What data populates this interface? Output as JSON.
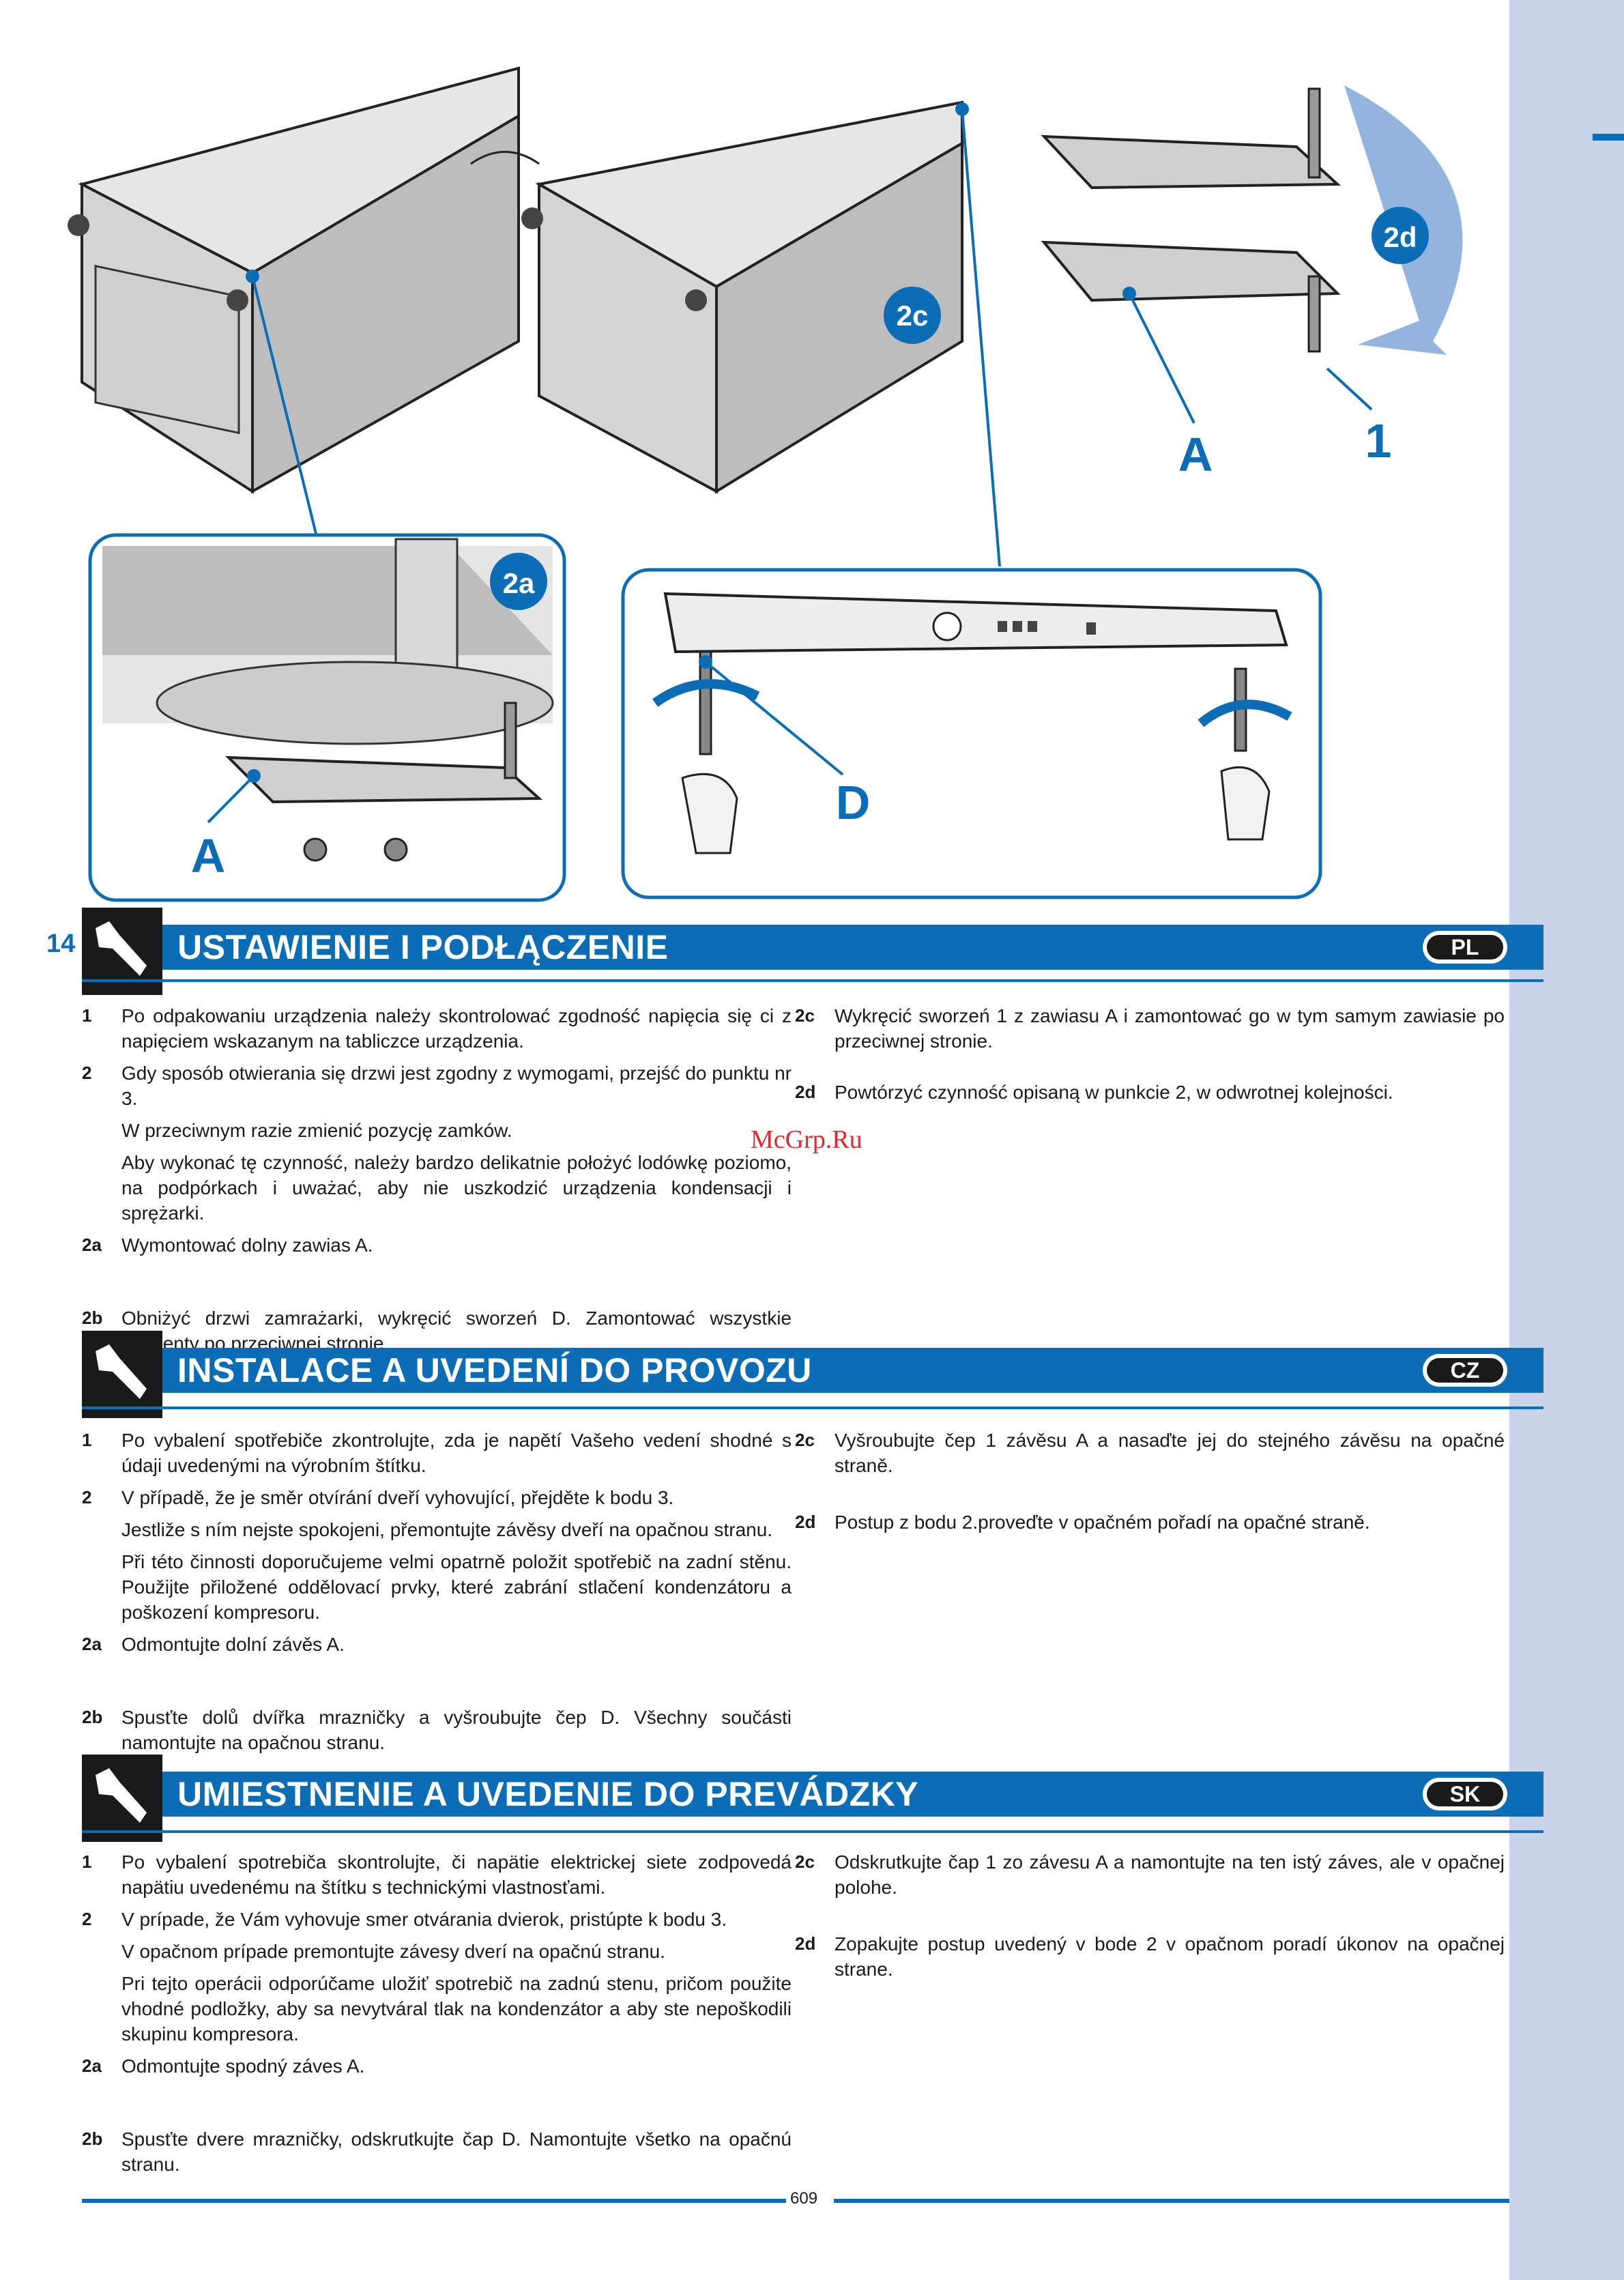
{
  "page_number": "14",
  "footer_number": "609",
  "watermark": "McGrp.Ru",
  "illustrations": {
    "callout_2a": "2a",
    "callout_2c": "2c",
    "callout_2d": "2d",
    "label_A_hinge": "A",
    "label_1_pin": "1",
    "label_A_detail": "A",
    "label_D_detail": "D"
  },
  "sections": [
    {
      "title": "USTAWIENIE I PODŁĄCZENIE",
      "lang": "PL",
      "left": [
        {
          "num": "1",
          "paras": [
            "Po odpakowaniu urządzenia należy skontrolować zgodność napięcia się ci z napięciem wskazanym na tabliczce urządzenia."
          ]
        },
        {
          "num": "2",
          "paras": [
            "Gdy sposób otwierania się drzwi jest zgodny z wymogami, przejść do punktu nr 3.",
            "W przeciwnym razie zmienić pozycję zamków.",
            "Aby wykonać tę czynność, należy bardzo delikatnie położyć lodówkę poziomo, na podpórkach i uważać, aby nie uszkodzić urządzenia kondensacji i sprężarki."
          ]
        },
        {
          "num": "2a",
          "paras": [
            "Wymontować dolny zawias A."
          ]
        },
        {
          "num": "2b",
          "paras": [
            "Obniżyć drzwi zamrażarki, wykręcić sworzeń D. Zamontować wszystkie elementy po przeciwnej stronie."
          ]
        }
      ],
      "right": [
        {
          "num": "2c",
          "paras": [
            "Wykręcić sworzeń 1 z zawiasu A i zamontować go w tym samym zawiasie po przeciwnej stronie."
          ]
        },
        {
          "num": "2d",
          "paras": [
            "Powtórzyć czynność opisaną w punkcie 2, w odwrotnej kolejności."
          ]
        }
      ]
    },
    {
      "title": "INSTALACE A UVEDENÍ DO PROVOZU",
      "lang": "CZ",
      "left": [
        {
          "num": "1",
          "paras": [
            "Po vybalení spotřebiče zkontrolujte, zda je napětí Vašeho vedení shodné s údaji uvedenými na výrobním štítku."
          ]
        },
        {
          "num": "2",
          "paras": [
            "V případě, že je směr otvírání dveří vyhovující, přejděte k bodu 3.",
            "Jestliže s ním nejste spokojeni, přemontujte závěsy dveří na opačnou stranu.",
            "Při této činnosti doporučujeme velmi opatrně položit spotřebič na zadní stěnu. Použijte přiložené oddělovací prvky, které zabrání stlačení kondenzátoru a poškození kompresoru."
          ]
        },
        {
          "num": "2a",
          "paras": [
            "Odmontujte dolní závěs A."
          ]
        },
        {
          "num": "2b",
          "paras": [
            "Spusťte dolů dvířka mrazničky a vyšroubujte čep D. Všechny součásti namontujte na opačnou stranu."
          ]
        }
      ],
      "right": [
        {
          "num": "2c",
          "paras": [
            "Vyšroubujte čep 1 závěsu A a nasaďte jej do stejného závěsu na opačné straně."
          ]
        },
        {
          "num": "2d",
          "paras": [
            "Postup z bodu 2.proveďte v opačném pořadí na opačné straně."
          ]
        }
      ]
    },
    {
      "title": "UMIESTNENIE A UVEDENIE DO PREVÁDZKY",
      "lang": "SK",
      "left": [
        {
          "num": "1",
          "paras": [
            "Po vybalení spotrebiča skontrolujte, či napätie elektrickej siete zodpovedá napätiu uvedenému na štítku s technickými vlastnosťami."
          ]
        },
        {
          "num": "2",
          "paras": [
            "V prípade, že Vám vyhovuje smer otvárania dvierok, pristúpte k bodu 3.",
            "V opačnom prípade premontujte závesy dverí na opačnú stranu.",
            "Pri tejto operácii odporúčame uložiť spotrebič na zadnú stenu, pričom použite vhodné podložky, aby sa nevytváral tlak na kondenzátor a aby ste nepoškodili skupinu kompresora."
          ]
        },
        {
          "num": "2a",
          "paras": [
            "Odmontujte spodný záves A."
          ]
        },
        {
          "num": "2b",
          "paras": [
            "Spusťte dvere mrazničky, odskrutkujte čap D. Namontujte všetko na opačnú stranu."
          ]
        }
      ],
      "right": [
        {
          "num": "2c",
          "paras": [
            "Odskrutkujte čap 1 zo závesu A a namontujte na ten istý záves, ale v opačnej polohe."
          ]
        },
        {
          "num": "2d",
          "paras": [
            "Zopakujte postup uvedený v bode 2 v opačnom poradí úkonov na opačnej strane."
          ]
        }
      ]
    }
  ]
}
